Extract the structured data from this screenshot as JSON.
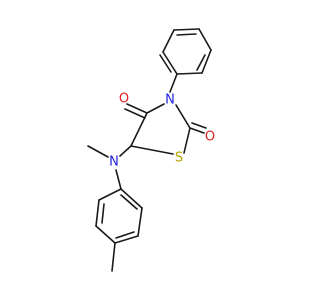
{
  "molecule": {
    "colors": {
      "bond": "#1a1a1a",
      "carbon": "#1a1a1a",
      "nitrogen": "#1f1fe0",
      "oxygen": "#e01f1f",
      "sulfur": "#b5a300"
    },
    "atom_labels": {
      "o_upper": "O",
      "o_right": "O",
      "n_ring": "N",
      "n_amine": "N",
      "s_ring": "S"
    }
  }
}
